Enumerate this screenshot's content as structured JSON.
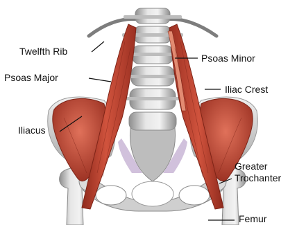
{
  "labels": {
    "twelfth_rib": "Twelfth Rib",
    "psoas_major": "Psoas Major",
    "iliacus": "Iliacus",
    "psoas_minor": "Psoas Minor",
    "iliac_crest": "Iliac Crest",
    "greater_trochanter_line1": "Greater",
    "greater_trochanter_line2": "Trochanter",
    "femur": "Femur"
  },
  "colors": {
    "muscle": "#c4412f",
    "muscle_dark": "#8f2a1d",
    "muscle_light": "#e07a63",
    "bone": "#d9d9d9",
    "bone_shadow": "#9a9a9a",
    "ligament": "#c9b6d6",
    "leader_line": "#111111"
  }
}
